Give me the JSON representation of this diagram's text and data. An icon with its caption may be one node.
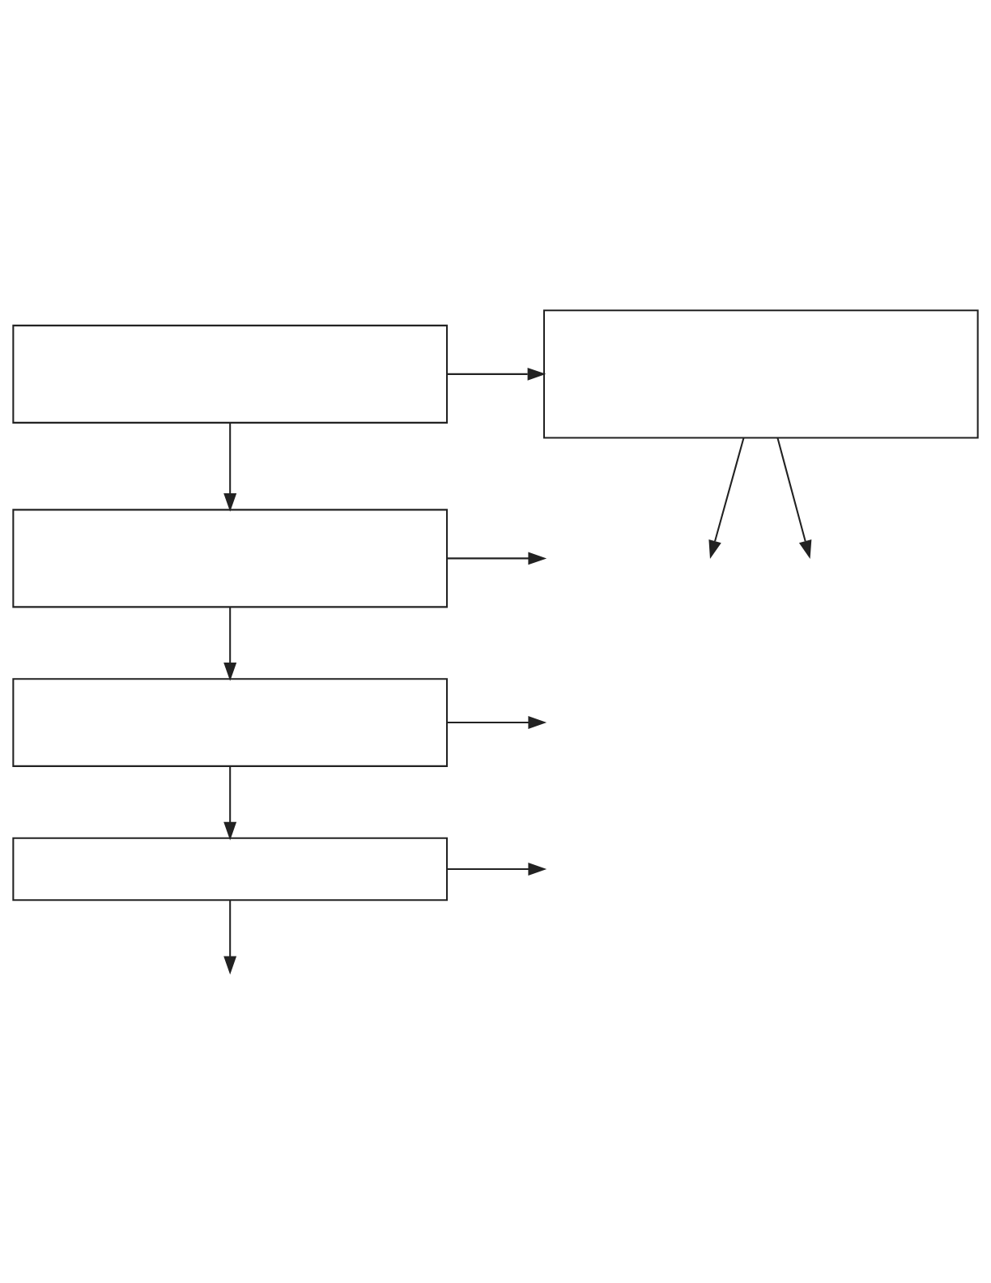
{
  "diagram": {
    "nodes": [
      {
        "text": [],
        "shape": "box"
      },
      {
        "text": [],
        "shape": "box"
      },
      {
        "text": [],
        "shape": "box"
      },
      {
        "text": [],
        "shape": "box"
      },
      {
        "text": [],
        "shape": "box"
      }
    ],
    "edges": [
      {
        "from": 0,
        "to": 1,
        "arrow": "to"
      },
      {
        "from": 0,
        "to": 2,
        "arrow": "to"
      },
      {
        "from": 1,
        "to": null,
        "arrow": "to"
      },
      {
        "from": 1,
        "to": null,
        "arrow": "to"
      },
      {
        "from": 2,
        "to": null,
        "arrow": "to"
      },
      {
        "from": 2,
        "to": 3,
        "arrow": "to"
      },
      {
        "from": 3,
        "to": null,
        "arrow": "to"
      },
      {
        "from": 3,
        "to": 4,
        "arrow": "to"
      },
      {
        "from": 4,
        "to": null,
        "arrow": "to"
      },
      {
        "from": 4,
        "to": null,
        "arrow": "to"
      }
    ]
  }
}
